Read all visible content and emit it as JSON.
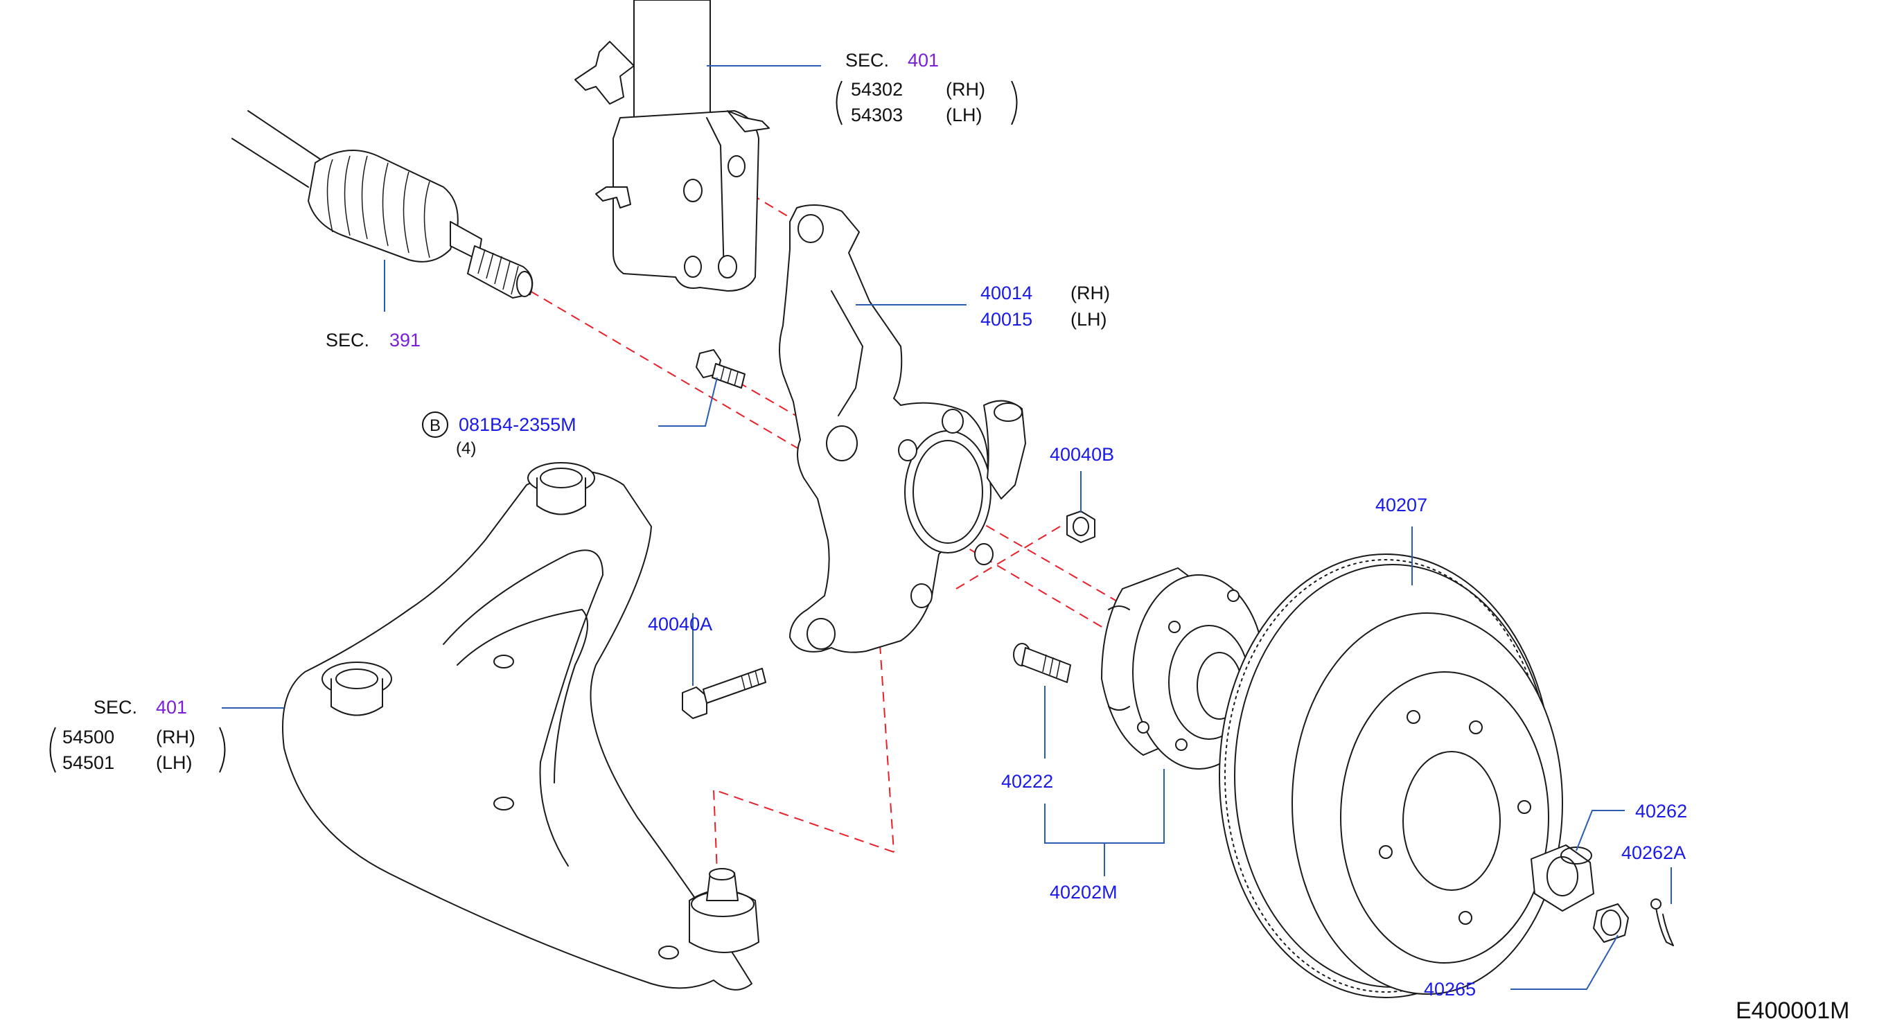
{
  "diagram_id": "E400001M",
  "sections": {
    "strut": {
      "prefix": "SEC.",
      "num": "401",
      "parts": [
        {
          "code": "54302",
          "side": "(RH)"
        },
        {
          "code": "54303",
          "side": "(LH)"
        }
      ]
    },
    "driveshaft": {
      "prefix": "SEC.",
      "num": "391"
    },
    "lower_arm": {
      "prefix": "SEC.",
      "num": "401",
      "parts": [
        {
          "code": "54500",
          "side": "(RH)"
        },
        {
          "code": "54501",
          "side": "(LH)"
        }
      ]
    }
  },
  "knuckle": {
    "parts": [
      {
        "code": "40014",
        "side": "(RH)"
      },
      {
        "code": "40015",
        "side": "(LH)"
      }
    ]
  },
  "bolt_b": {
    "badge": "B",
    "code": "081B4-2355M",
    "qty": "(4)"
  },
  "callouts": {
    "nut_b": "40040B",
    "bolt_a": "40040A",
    "rotor": "40207",
    "hub_bolt": "40222",
    "hub_assy": "40202M",
    "hub_nut": "40262",
    "cotter_pin": "40262A",
    "nut_cap": "40265"
  },
  "colors": {
    "part_number": "#1a1ae6",
    "section_number": "#7a1fd6",
    "leader": "#2a5db0",
    "centerline": "#e8202a",
    "text": "#111111"
  }
}
